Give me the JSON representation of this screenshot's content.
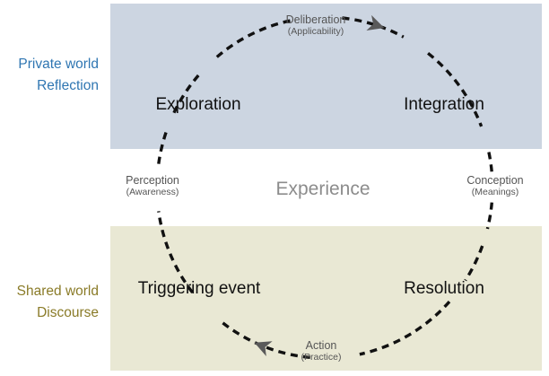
{
  "zones": {
    "top": {
      "line1": "Private world",
      "line2": "Reflection",
      "color": "#2f76b2",
      "fill": "#ccd5e1"
    },
    "bottom": {
      "line1": "Shared world",
      "line2": "Discourse",
      "color": "#8a7b28",
      "fill": "#e9e8d4"
    }
  },
  "center": "Experience",
  "stages": {
    "exploration": "Exploration",
    "integration": "Integration",
    "resolution": "Resolution",
    "triggering": "Triggering event"
  },
  "transitions": {
    "deliberation": {
      "main": "Deliberation",
      "sub": "(Applicability)"
    },
    "conception": {
      "main": "Conception",
      "sub": "(Meanings)"
    },
    "action": {
      "main": "Action",
      "sub": "(Practice)"
    },
    "perception": {
      "main": "Perception",
      "sub": "(Awareness)"
    }
  },
  "cycle": {
    "direction": "clockwise",
    "arrows": [
      "top (after Deliberation)",
      "bottom (after Action)"
    ]
  }
}
